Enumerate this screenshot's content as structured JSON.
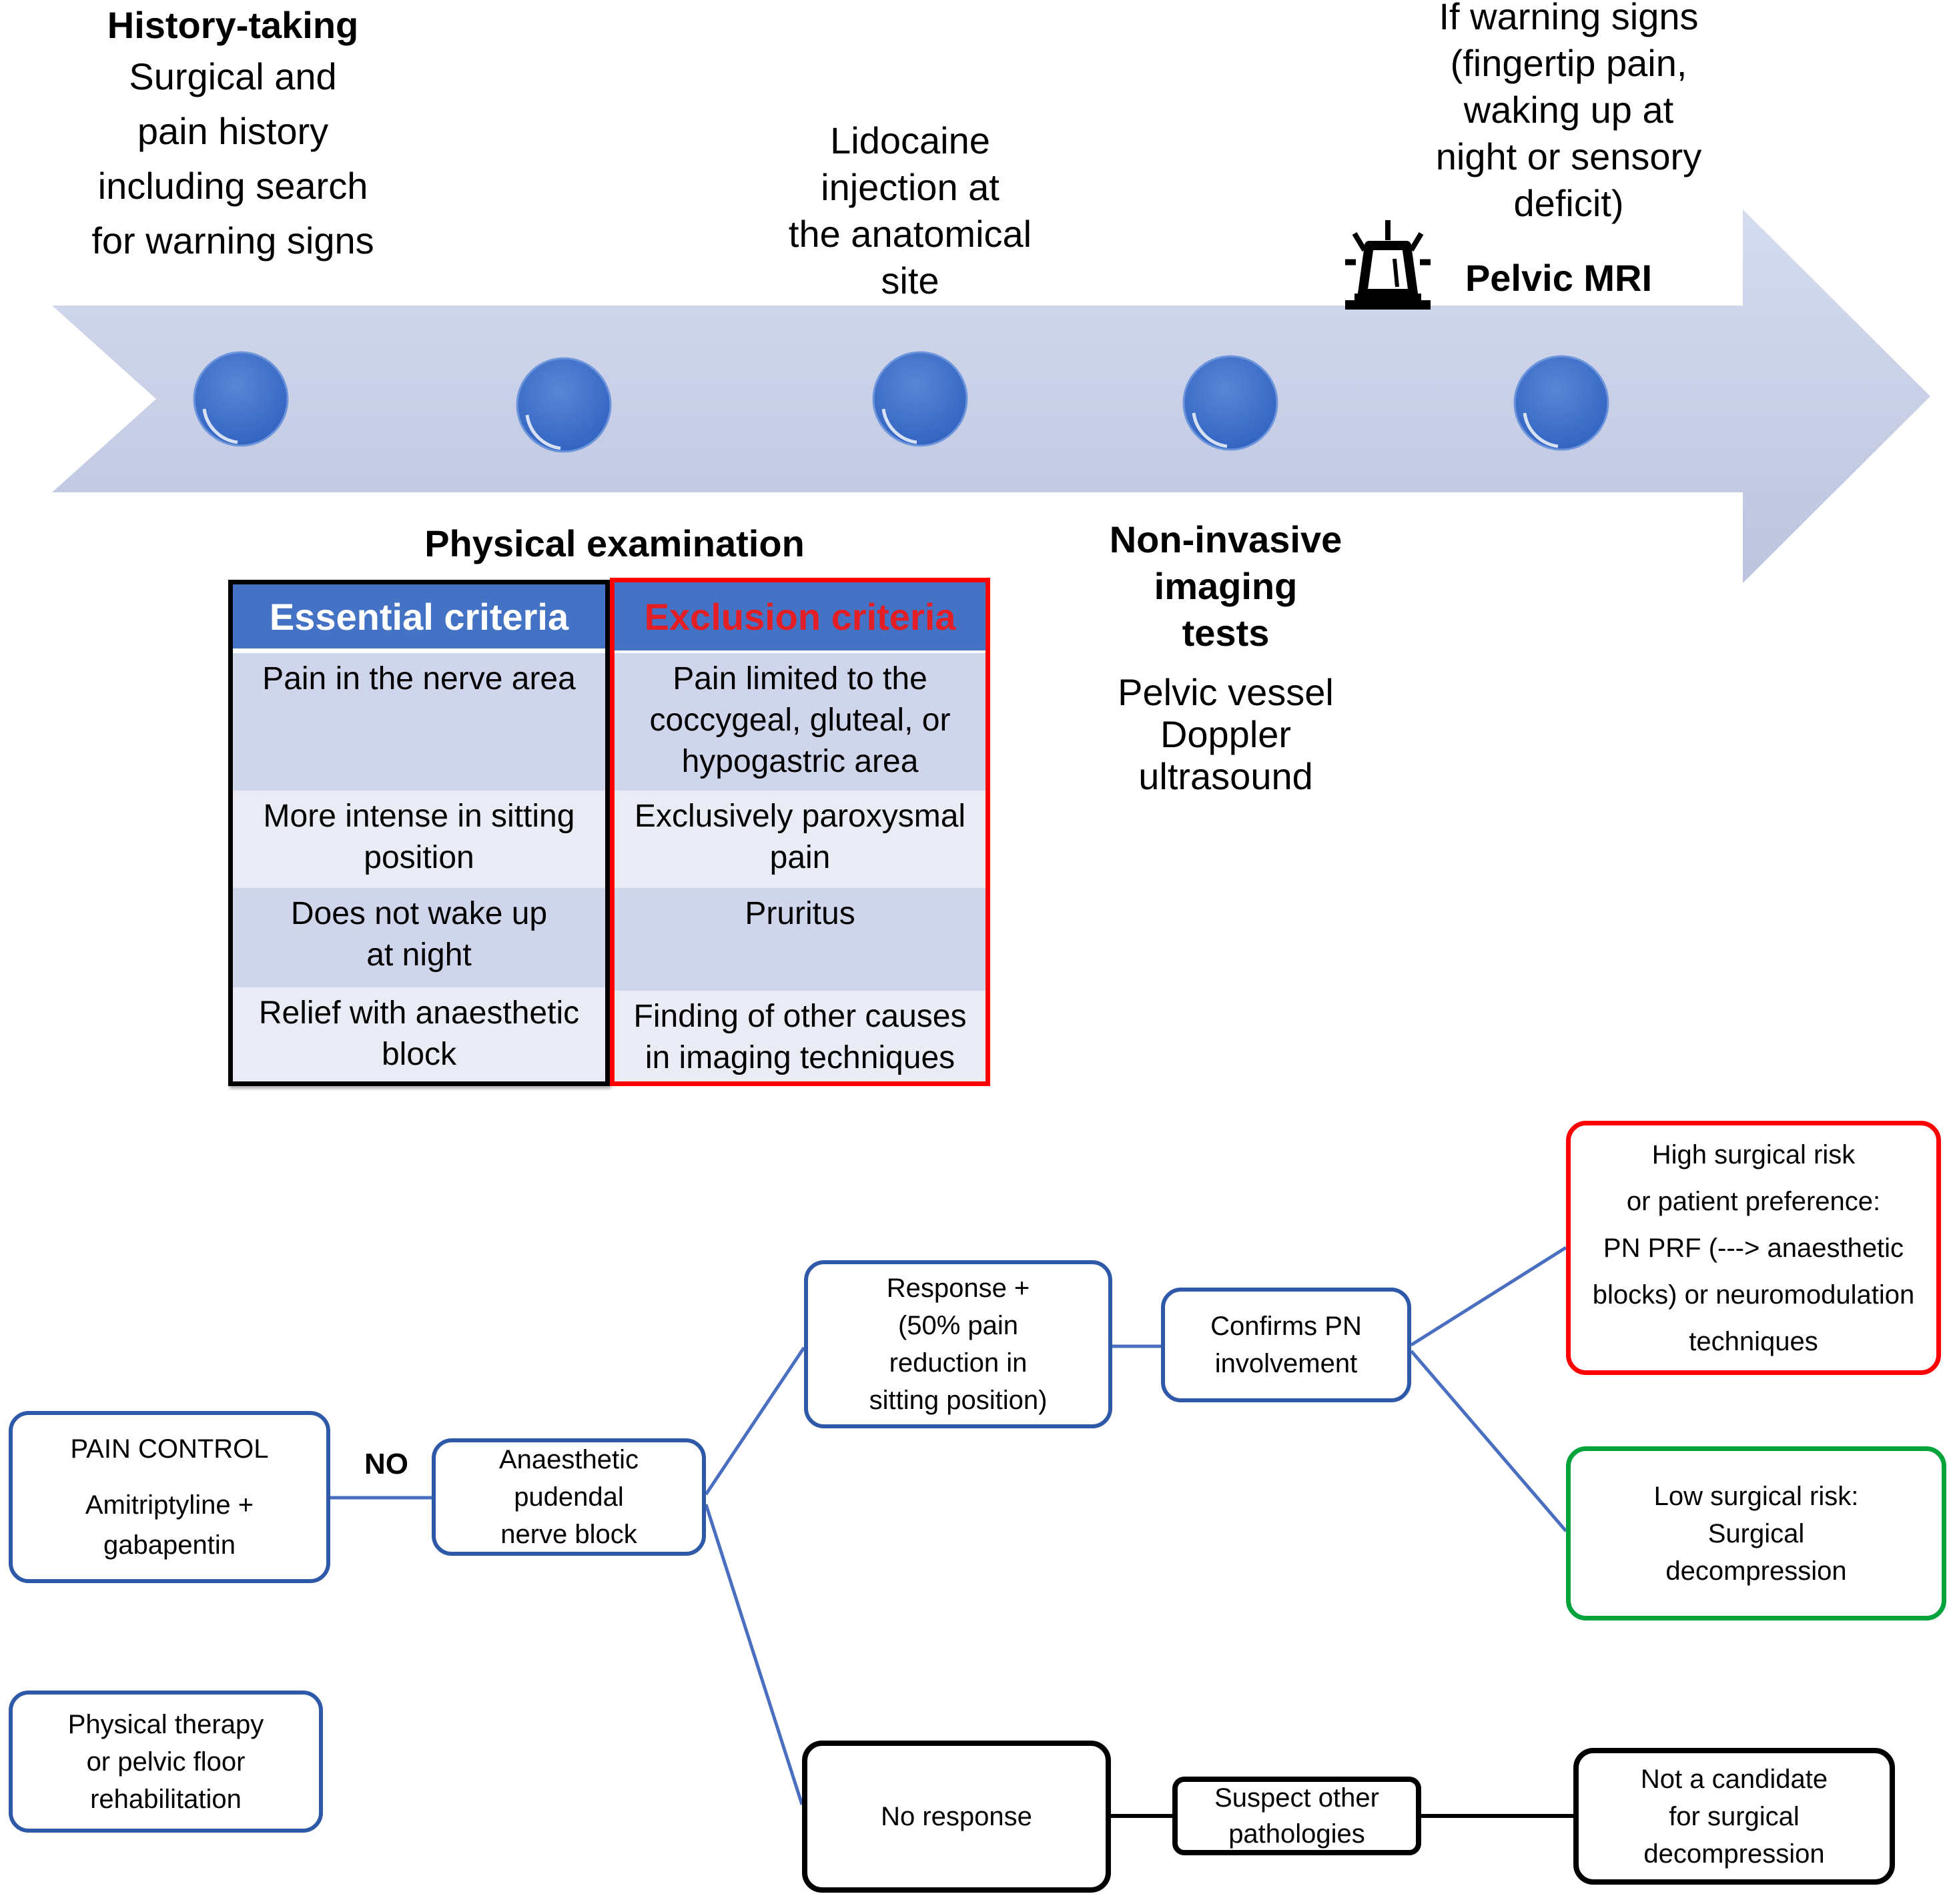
{
  "colors": {
    "arrow_fill_top": "#d4daee",
    "arrow_fill_bottom": "#bec6e0",
    "milestone_blue": "#3d6fc8",
    "table_header_blue": "#4472c4",
    "essential_header_text": "#ffffff",
    "exclusion_header_text": "#e41e25",
    "row_dark": "#cfd5ea",
    "row_light": "#e9ebf5",
    "essential_border": "#000000",
    "exclusion_border": "#ff0000",
    "flow_blue": "#2e59a8",
    "flow_red": "#ff0000",
    "flow_green": "#00a23b",
    "flow_black": "#000000"
  },
  "timeline": {
    "milestones": [
      {
        "id": "history",
        "title": "History-taking",
        "lines": [
          "Surgical and",
          "pain history",
          "including search",
          "for warning signs"
        ]
      },
      {
        "id": "physical",
        "title": "Physical examination"
      },
      {
        "id": "lidocaine",
        "lines": [
          "Lidocaine",
          "injection at",
          "the anatomical",
          "site"
        ]
      },
      {
        "id": "imaging",
        "title_lines": [
          "Non-invasive",
          "imaging",
          "tests"
        ],
        "lines": [
          "Pelvic vessel",
          "Doppler",
          "ultrasound"
        ]
      },
      {
        "id": "mri",
        "lines": [
          "If warning signs",
          "(fingertip pain,",
          "waking up at",
          "night or sensory",
          "deficit)"
        ],
        "title": "Pelvic MRI",
        "icon": "siren-alarm-icon"
      }
    ]
  },
  "criteria_table": {
    "essential": {
      "header": "Essential criteria",
      "rows": [
        [
          "Pain in the nerve area"
        ],
        [
          "More intense in sitting",
          "position"
        ],
        [
          "Does not wake up",
          "at night"
        ],
        [
          "Relief with anaesthetic",
          "block"
        ]
      ]
    },
    "exclusion": {
      "header": "Exclusion criteria",
      "rows": [
        [
          "Pain limited to the",
          "coccygeal, gluteal, or",
          "hypogastric area"
        ],
        [
          "Exclusively paroxysmal",
          "pain"
        ],
        [
          "Pruritus"
        ],
        [
          "Finding of other causes",
          "in imaging techniques"
        ]
      ]
    }
  },
  "flowchart": {
    "pain_control": {
      "lines": [
        "PAIN CONTROL",
        "Amitriptyline +",
        "gabapentin"
      ]
    },
    "no_label": "NO",
    "nerve_block": {
      "lines": [
        "Anaesthetic",
        "pudendal",
        "nerve block"
      ]
    },
    "response": {
      "lines": [
        "Response +",
        "(50% pain",
        "reduction in",
        "sitting position)"
      ]
    },
    "confirms": {
      "lines": [
        "Confirms PN",
        "involvement"
      ]
    },
    "high_risk": {
      "lines": [
        "High surgical risk",
        "or patient preference:",
        "PN PRF (---> anaesthetic",
        "blocks) or neuromodulation",
        "techniques"
      ]
    },
    "low_risk": {
      "lines": [
        "Low surgical risk:",
        "Surgical",
        "decompression"
      ]
    },
    "physical_therapy": {
      "lines": [
        "Physical therapy",
        "or pelvic floor",
        "rehabilitation"
      ]
    },
    "no_response": {
      "lines": [
        "No response"
      ]
    },
    "suspect_other": {
      "lines": [
        "Suspect other",
        "pathologies"
      ]
    },
    "not_candidate": {
      "lines": [
        "Not a candidate",
        "for surgical",
        "decompression"
      ]
    }
  }
}
